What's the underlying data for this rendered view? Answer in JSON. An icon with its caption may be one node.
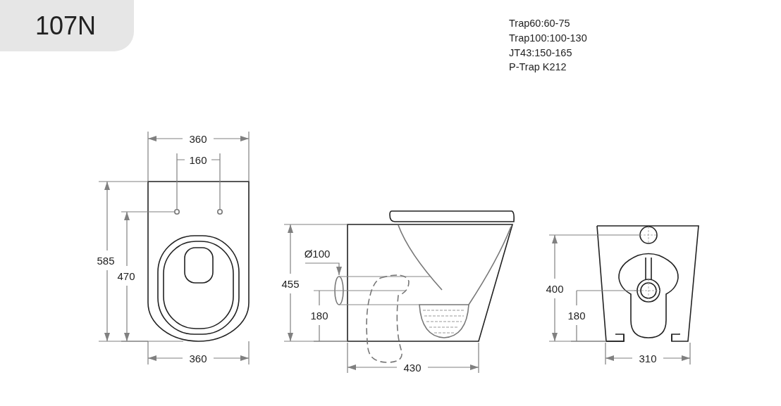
{
  "diagram": {
    "title": "107N",
    "labels": [
      "Trap60:60-75",
      "Trap100:100-130",
      "JT43:150-165",
      "P-Trap K212",
      "360",
      "160",
      "585",
      "470",
      "360",
      "Ø100",
      "455",
      "180",
      "430",
      "400",
      "180",
      "310"
    ]
  }
}
